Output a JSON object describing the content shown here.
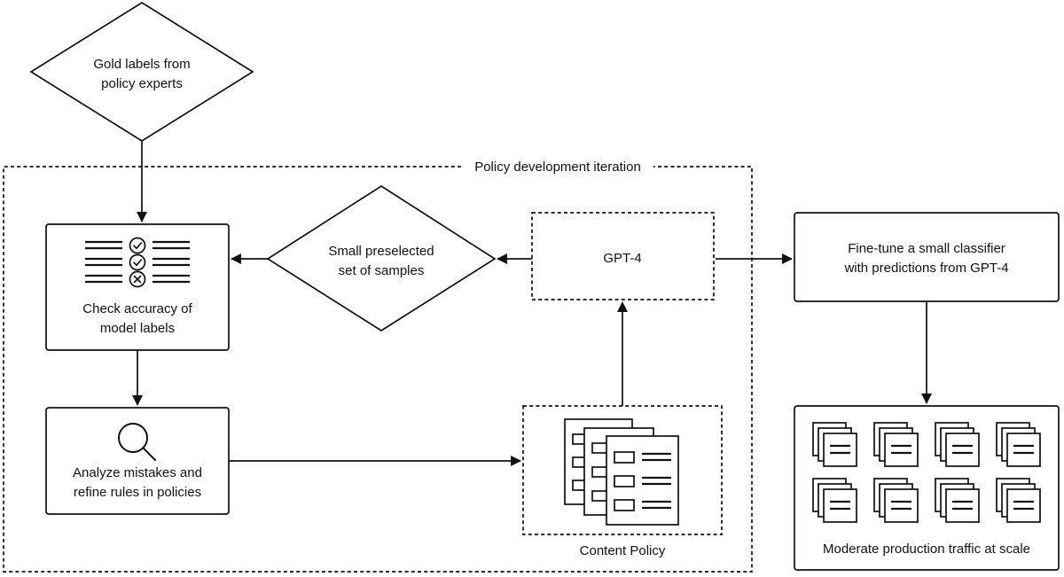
{
  "diagram": {
    "title": "",
    "group": {
      "label": "Policy development iteration"
    },
    "nodes": {
      "gold_labels": {
        "line1": "Gold labels from",
        "line2": "policy experts",
        "shape": "diamond"
      },
      "check_accuracy": {
        "line1": "Check accuracy of",
        "line2": "model labels",
        "shape": "rectangle",
        "icon": "checklist-icon"
      },
      "samples": {
        "line1": "Small preselected",
        "line2": "set of samples",
        "shape": "diamond"
      },
      "gpt4": {
        "line1": "GPT-4",
        "shape": "rectangle-dashed"
      },
      "fine_tune": {
        "line1": "Fine-tune a small classifier",
        "line2": "with predictions from GPT-4",
        "shape": "rectangle"
      },
      "analyze": {
        "line1": "Analyze mistakes and",
        "line2": "refine rules in policies",
        "shape": "rectangle",
        "icon": "magnifier-icon"
      },
      "content_policy": {
        "label": "Content Policy",
        "shape": "rectangle-dashed",
        "icon": "document-stack-icon"
      },
      "moderate": {
        "label": "Moderate production traffic at scale",
        "shape": "rectangle",
        "icon": "document-grid-icon",
        "icon_rows": 2,
        "icon_cols": 4
      }
    },
    "colors": {
      "stroke": "#111111",
      "background": "#ffffff"
    }
  }
}
